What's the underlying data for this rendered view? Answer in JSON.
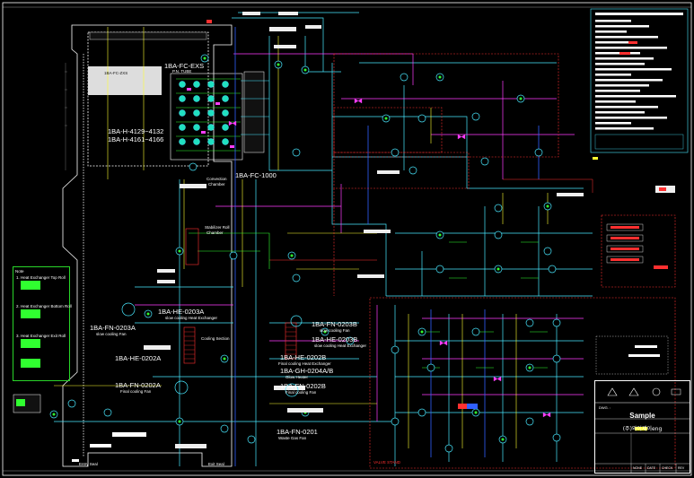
{
  "diagram": {
    "boxes": {
      "fc_exs": "1BA-FC-EXS",
      "fc_exs_sub": "P.N. TUBE",
      "fc_1000": "1BA-FC-1000",
      "h_4129": "1BA-H-4129~4132",
      "h_4161": "1BA-H-4161~4166",
      "left_col_title": "1BA-FC-ZXS"
    },
    "sections": {
      "convection": "Convection",
      "convection_sub": "Chamber",
      "stabilizer": "Stabilizer Roll",
      "stabilizer_sub": "Chamber",
      "cooling": "Cooling Section",
      "valve_stand": "VALVE STAND"
    },
    "equipment": [
      {
        "tag": "1BA-HE-0203A",
        "desc": "slow cooling Heat Exchanger"
      },
      {
        "tag": "1BA-FN-0203A",
        "desc": "slow cooling Fan"
      },
      {
        "tag": "1BA-HE-0202A",
        "desc": ""
      },
      {
        "tag": "1BA-FN-0202A",
        "desc": "Final cooling Fan"
      },
      {
        "tag": "1BA-FN-0203B",
        "desc": "slow cooling Fan"
      },
      {
        "tag": "1BA-HE-0203B",
        "desc": "slow cooling Heat Exchanger"
      },
      {
        "tag": "1BA-HE-0202B",
        "desc": "Final cooling Heat Exchanger"
      },
      {
        "tag": "1BA-GH-0204A/B",
        "desc": "Glow Heater"
      },
      {
        "tag": "1BA-FN-0202B",
        "desc": "Final cooling Fan"
      },
      {
        "tag": "1BA-FN-0201",
        "desc": "Waste Gas Fan"
      }
    ],
    "seals": {
      "entry": "Entry Seal",
      "exit": "Exit Seal"
    },
    "legend": {
      "title": "Note",
      "rows": [
        "1. Heat Exchanger Top Roll",
        "2. Heat Exchanger Bottom Roll",
        "3. Heat Exchanger Exit Roll"
      ]
    },
    "title_block": {
      "dwg_label": "DWG. :",
      "sample": "Sample",
      "company": "(주)와이제이eng",
      "footer": [
        "NONE",
        "DATE",
        "CHECK",
        "REV"
      ]
    }
  },
  "colors": {
    "background": "#000000",
    "cyan": "#48e8ff",
    "magenta": "#ff3dff",
    "yellow": "#ffff30",
    "green": "#30ff30",
    "red": "#ff3030",
    "blue": "#3060ff",
    "white": "#ffffff"
  }
}
